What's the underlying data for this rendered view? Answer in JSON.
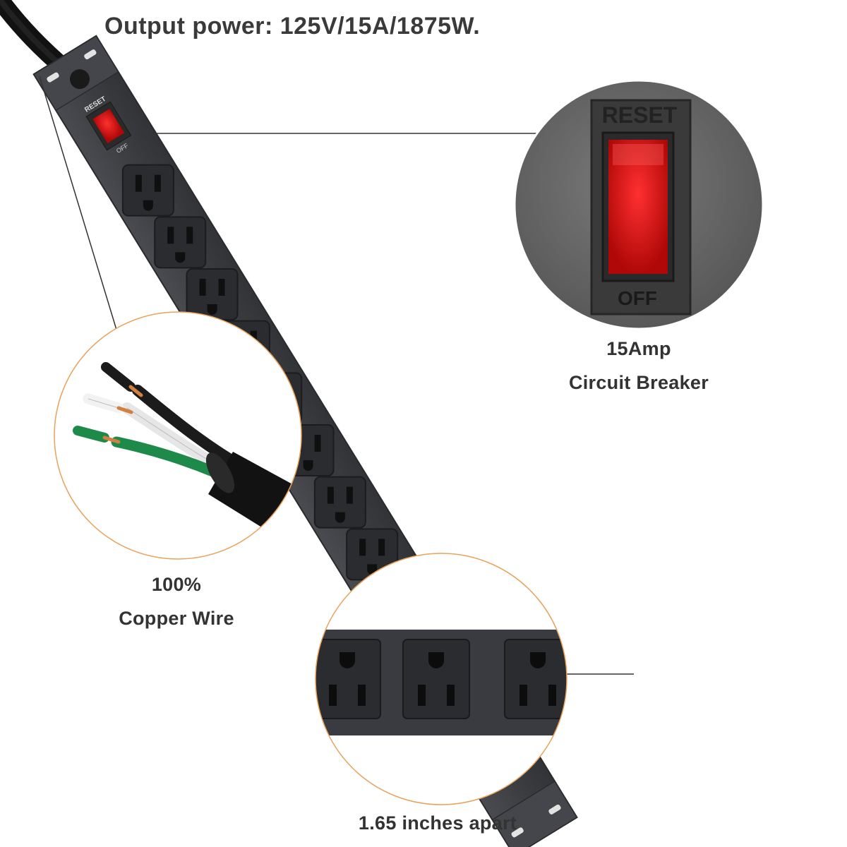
{
  "headline": "Output power: 125V/15A/1875W.",
  "strip": {
    "outlet_count": 11,
    "switch_top_label": "RESET",
    "switch_bottom_label": "OFF"
  },
  "callouts": {
    "breaker": {
      "line1": "15Amp",
      "line2": "Circuit Breaker",
      "zoom_top_label": "RESET",
      "zoom_bottom_label": "OFF"
    },
    "copper": {
      "line1": "100%",
      "line2": "Copper Wire"
    },
    "spacing": {
      "line1": "1.65 inches apart"
    }
  },
  "colors": {
    "strip_body": "#3d3e42",
    "strip_edge": "#2a2b2e",
    "outlet": "#2b2c30",
    "switch_red": "#e01010",
    "callout_ring": "#e8a25a",
    "wire_green": "#1e8a4a",
    "wire_black": "#1b1b1b",
    "wire_white": "#f2f2f2",
    "copper": "#d08040"
  }
}
